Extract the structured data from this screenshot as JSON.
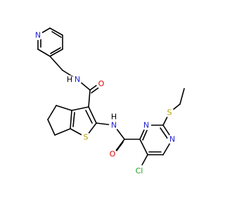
{
  "molecule": {
    "labels": {
      "pyridine_N": "N",
      "amide1_NH": "N",
      "amide1_H": "H",
      "amide1_O": "O",
      "amide2_NH": "N",
      "amide2_H": "H",
      "amide2_O": "O",
      "thiophene_S": "S",
      "thioether_S": "S",
      "pyrimidine_N1": "N",
      "pyrimidine_N2": "N",
      "chlorine": "Cl"
    },
    "colors": {
      "bond": "#000000",
      "nitrogen": "#2020d0",
      "oxygen": "#e00000",
      "sulfur": "#b5a000",
      "chlorine": "#18a018"
    }
  }
}
